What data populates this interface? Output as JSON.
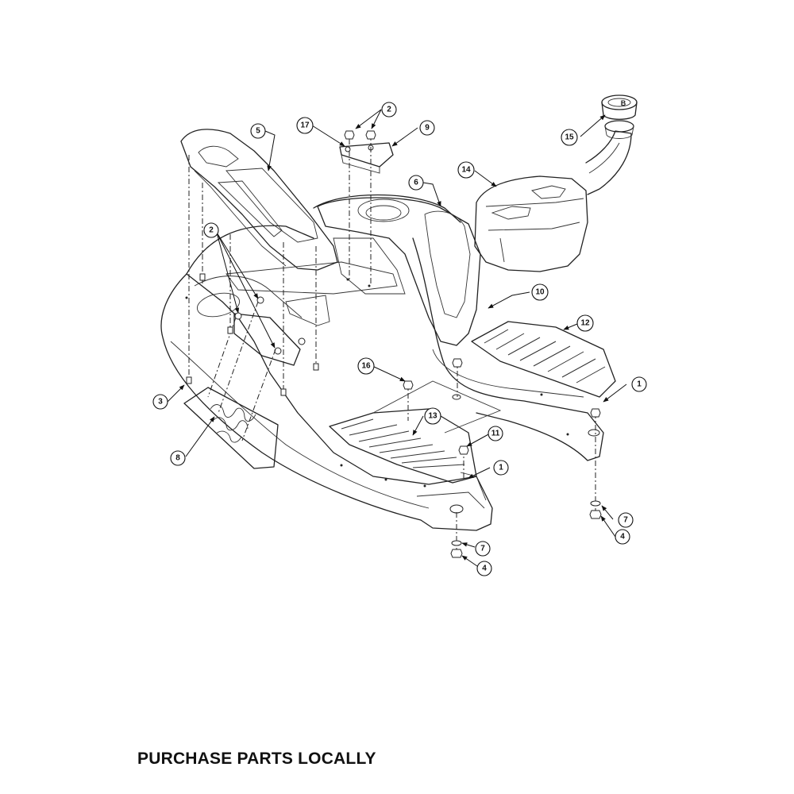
{
  "footer": {
    "note": "PURCHASE PARTS LOCALLY"
  },
  "callouts": [
    {
      "id": "c1a",
      "label": "1"
    },
    {
      "id": "c1b",
      "label": "1"
    },
    {
      "id": "c2a",
      "label": "2"
    },
    {
      "id": "c2b",
      "label": "2"
    },
    {
      "id": "c3",
      "label": "3"
    },
    {
      "id": "c4a",
      "label": "4"
    },
    {
      "id": "c4b",
      "label": "4"
    },
    {
      "id": "c5",
      "label": "5"
    },
    {
      "id": "c6",
      "label": "6"
    },
    {
      "id": "c7a",
      "label": "7"
    },
    {
      "id": "c7b",
      "label": "7"
    },
    {
      "id": "c8",
      "label": "8"
    },
    {
      "id": "c9",
      "label": "9"
    },
    {
      "id": "c10",
      "label": "10"
    },
    {
      "id": "c11",
      "label": "11"
    },
    {
      "id": "c12",
      "label": "12"
    },
    {
      "id": "c13",
      "label": "13"
    },
    {
      "id": "c14",
      "label": "14"
    },
    {
      "id": "c15",
      "label": "15"
    },
    {
      "id": "c16",
      "label": "16"
    },
    {
      "id": "c17",
      "label": "17"
    }
  ]
}
